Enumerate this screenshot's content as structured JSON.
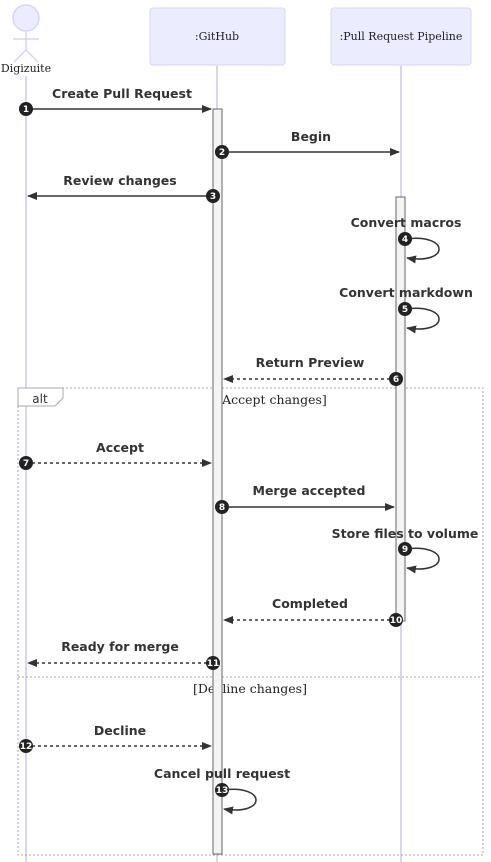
{
  "participants": [
    {
      "id": "user",
      "label": "Digizuite",
      "kind": "actor"
    },
    {
      "id": "gh",
      "label": ":GitHub",
      "kind": "box"
    },
    {
      "id": "pp",
      "label": ":Pull Request Pipeline",
      "kind": "box"
    }
  ],
  "messages": [
    {
      "n": "1",
      "from": "user",
      "to": "gh",
      "text": "Create Pull Request",
      "dashed": false
    },
    {
      "n": "2",
      "from": "gh",
      "to": "pp",
      "text": "Begin",
      "dashed": false
    },
    {
      "n": "3",
      "from": "gh",
      "to": "user",
      "text": "Review changes",
      "dashed": false
    },
    {
      "n": "4",
      "from": "pp",
      "to": "pp",
      "text": "Convert macros",
      "dashed": false
    },
    {
      "n": "5",
      "from": "pp",
      "to": "pp",
      "text": "Convert markdown",
      "dashed": false
    },
    {
      "n": "6",
      "from": "pp",
      "to": "gh",
      "text": "Return Preview",
      "dashed": true
    },
    {
      "n": "7",
      "from": "user",
      "to": "gh",
      "text": "Accept",
      "dashed": true
    },
    {
      "n": "8",
      "from": "gh",
      "to": "pp",
      "text": "Merge accepted",
      "dashed": false
    },
    {
      "n": "9",
      "from": "pp",
      "to": "pp",
      "text": "Store files to volume",
      "dashed": false
    },
    {
      "n": "10",
      "from": "pp",
      "to": "gh",
      "text": "Completed",
      "dashed": true
    },
    {
      "n": "11",
      "from": "gh",
      "to": "user",
      "text": "Ready for merge",
      "dashed": true
    },
    {
      "n": "12",
      "from": "user",
      "to": "gh",
      "text": "Decline",
      "dashed": true
    },
    {
      "n": "13",
      "from": "gh",
      "to": "gh",
      "text": "Cancel pull request",
      "dashed": false
    }
  ],
  "alt_frame": {
    "label": "alt",
    "condition_1": "[Accept changes]",
    "condition_2": "[Decline changes]"
  }
}
